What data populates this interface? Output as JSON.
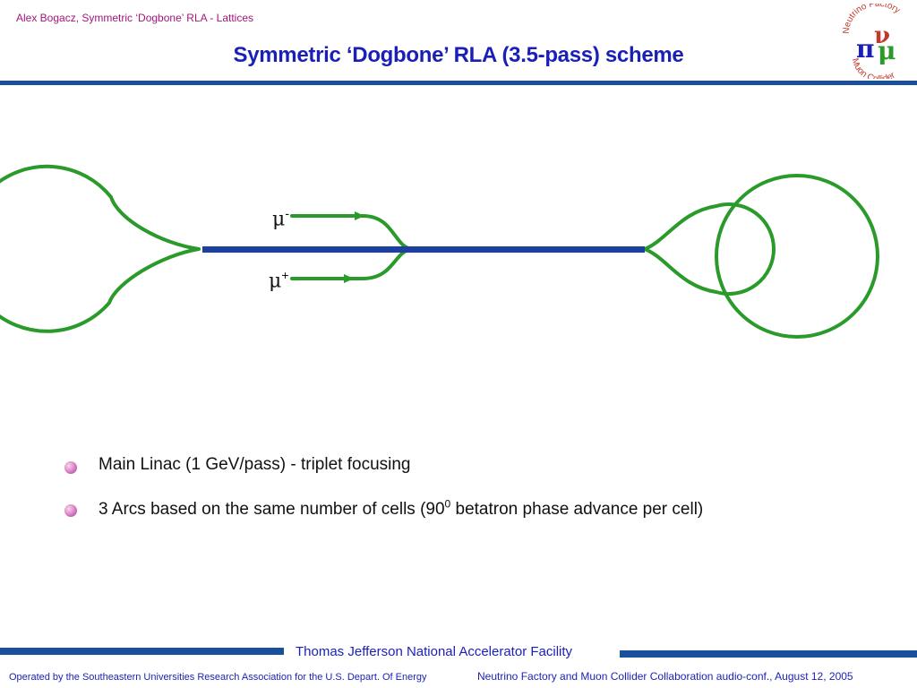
{
  "header": {
    "author_line": "Alex Bogacz, Symmetric ‘Dogbone’ RLA - Lattices",
    "title": "Symmetric ‘Dogbone’ RLA (3.5-pass) scheme"
  },
  "logo": {
    "top_text": "Neutrino Factory",
    "bottom_text": "Muon Collider",
    "glyph_pi": "π",
    "glyph_nu": "ν",
    "glyph_mu": "μ"
  },
  "diagram": {
    "mu_minus": {
      "symbol": "μ",
      "charge": "-"
    },
    "mu_plus": {
      "symbol": "μ",
      "charge": "+"
    },
    "colors": {
      "linac": "#1c3fa0",
      "arcs": "#2a9a2a"
    }
  },
  "bullets": [
    {
      "text": "Main Linac (1 GeV/pass) - triplet focusing"
    },
    {
      "text_before": "3 Arcs based on the same number of cells (90",
      "superscript": "0",
      "text_after": " betatron phase advance per cell)"
    }
  ],
  "footer": {
    "organization": "Thomas Jefferson National Accelerator Facility",
    "left_text": "Operated by the Southeastern Universities Research Association for the U.S. Depart. Of Energy",
    "right_text": "Neutrino Factory and Muon Collider Collaboration audio-conf., August 12, 2005"
  }
}
